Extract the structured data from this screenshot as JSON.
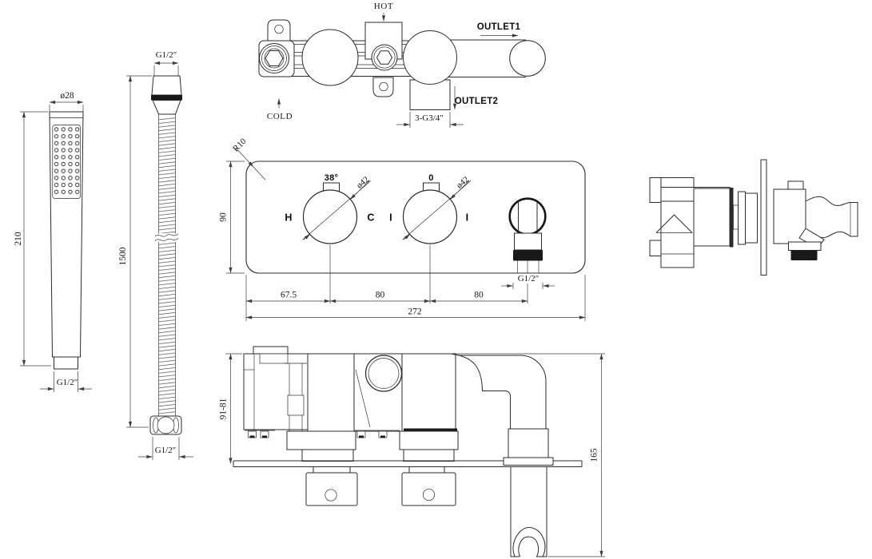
{
  "colors": {
    "line": "#2b2b2b",
    "background": "#ffffff"
  },
  "views": {
    "handset": {
      "diameter": "ø28",
      "length": "210",
      "thread": "G1/2″"
    },
    "hose": {
      "thread_top": "G1/2″",
      "length": "1500",
      "thread_bottom": "G1/2″"
    },
    "top_view": {
      "hot": "HOT",
      "cold": "COLD",
      "outlet1": "OUTLET1",
      "outlet2": "OUTLET2",
      "outlet_thread": "3-G3/4″"
    },
    "front_view": {
      "corner_radius": "R10",
      "temp_setting": "38°",
      "knob_left_dia": "ø42",
      "mode_zero": "0",
      "knob_right_dia": "ø42",
      "hot_mark": "H",
      "cold_mark": "C",
      "bar_left": "I",
      "bar_right": "I",
      "outlet_thread": "G1/2″",
      "height": "90",
      "offset_left": "67.5",
      "spacing_mid": "80",
      "spacing_right": "80",
      "total_width": "272"
    },
    "install_view": {
      "depth_range": "91-81",
      "height": "165"
    }
  }
}
